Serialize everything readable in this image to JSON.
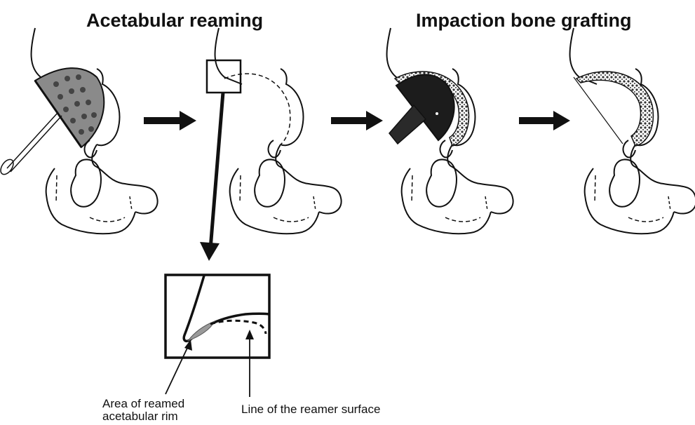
{
  "headings": {
    "reaming": "Acetabular reaming",
    "grafting": "Impaction bone grafting"
  },
  "callouts": {
    "reamed_rim_line1": "Area of reamed",
    "reamed_rim_line2": "acetabular rim",
    "reamer_surface": "Line of the reamer surface"
  },
  "colors": {
    "ink": "#111111",
    "reamer_fill": "#8a8a8a",
    "impactor_fill": "#1c1c1c",
    "graft_fill": "#6a6a6a"
  },
  "steps": [
    "reamer-in-acetabulum",
    "reamed-acetabulum",
    "impactor-with-graft",
    "grafted-acetabulum"
  ]
}
